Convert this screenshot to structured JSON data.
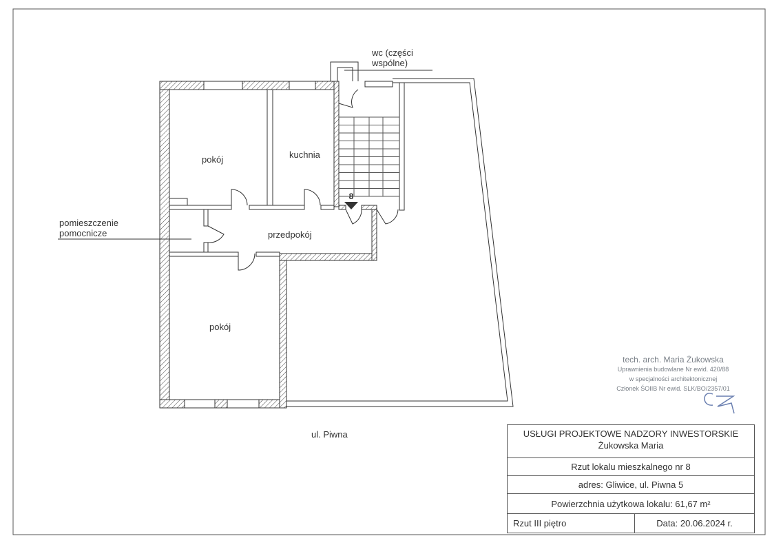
{
  "rooms": {
    "pokoj_top": "pokój",
    "kuchnia": "kuchnia",
    "przedpokoj": "przedpokój",
    "pokoj_bottom": "pokój",
    "pomocnicze_line1": "pomieszczenie",
    "pomocnicze_line2": "pomocnicze",
    "wc_line1": "wc (części",
    "wc_line2": "wspólne)",
    "unit_marker": "8"
  },
  "street": "ul. Piwna",
  "stamp": {
    "name": "tech. arch. Maria Żukowska",
    "line1": "Uprawnienia budowlane Nr ewid. 420/88",
    "line2": "w specjalności architektonicznej",
    "line3": "Członek ŚOIIB Nr ewid. SLK/BO/2357/01"
  },
  "title_block": {
    "company": "USŁUGI PROJEKTOWE NADZORY INWESTORSKIE",
    "owner": "Żukowska  Maria",
    "drawing": "Rzut lokalu mieszkalnego nr 8",
    "address": "adres: Gliwice, ul. Piwna 5",
    "area": "Powierzchnia użytkowa lokalu:  61,67 m²",
    "floor": "Rzut   III piętro",
    "date": "Data: 20.06.2024 r."
  }
}
